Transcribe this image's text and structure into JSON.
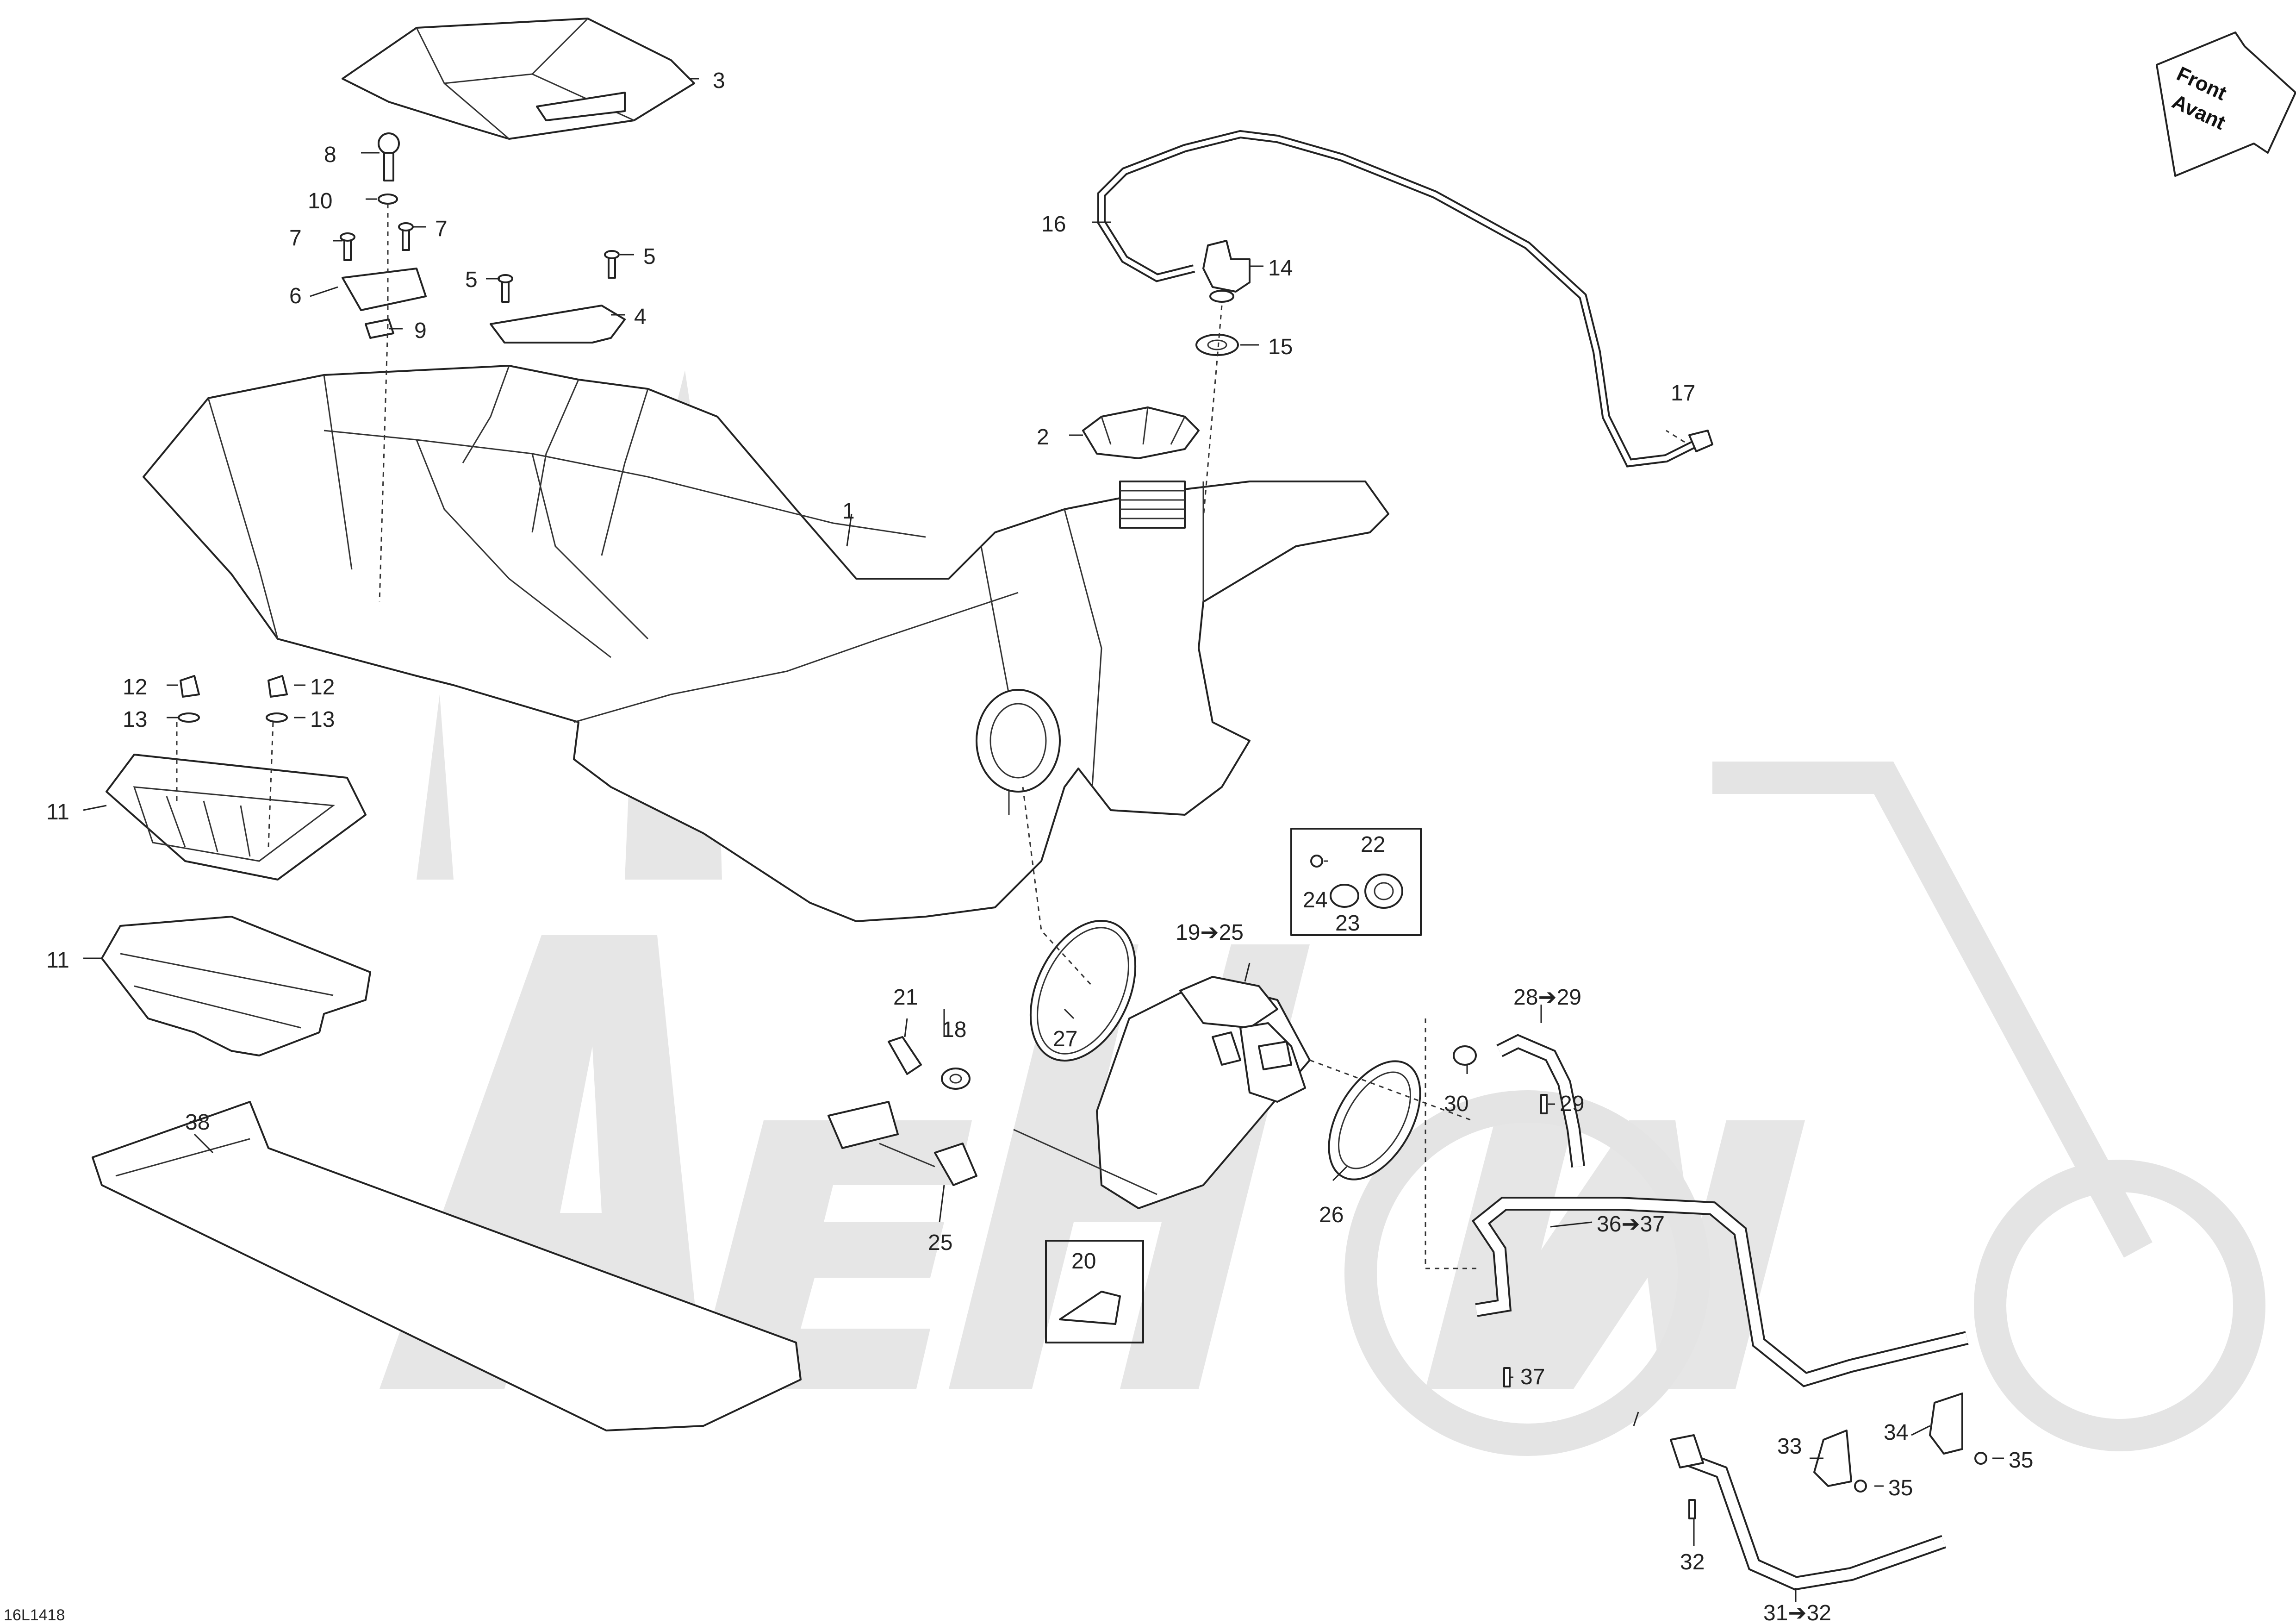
{
  "diagram": {
    "code": "16L1418",
    "front_arrow": {
      "line1": "Front",
      "line2": "Avant"
    },
    "watermark": "АвтоМото",
    "callouts": {
      "c1": "1",
      "c2": "2",
      "c3": "3",
      "c4": "4",
      "c5a": "5",
      "c5b": "5",
      "c6": "6",
      "c7a": "7",
      "c7b": "7",
      "c8": "8",
      "c9": "9",
      "c10": "10",
      "c11a": "11",
      "c11b": "11",
      "c12a": "12",
      "c12b": "12",
      "c13a": "13",
      "c13b": "13",
      "c14": "14",
      "c15": "15",
      "c16": "16",
      "c17": "17",
      "c18": "18",
      "c19_25": "19➔25",
      "c20": "20",
      "c21": "21",
      "c22": "22",
      "c23": "23",
      "c24": "24",
      "c25": "25",
      "c26": "26",
      "c27": "27",
      "c28_29": "28➔29",
      "c29": "29",
      "c30": "30",
      "c31_32": "31➔32",
      "c32": "32",
      "c33": "33",
      "c34": "34",
      "c35a": "35",
      "c35b": "35",
      "c36_37": "36➔37",
      "c37": "37",
      "c38": "38"
    }
  },
  "colors": {
    "line": "#222222",
    "watermark": "#e6e6e6",
    "background": "#ffffff"
  }
}
